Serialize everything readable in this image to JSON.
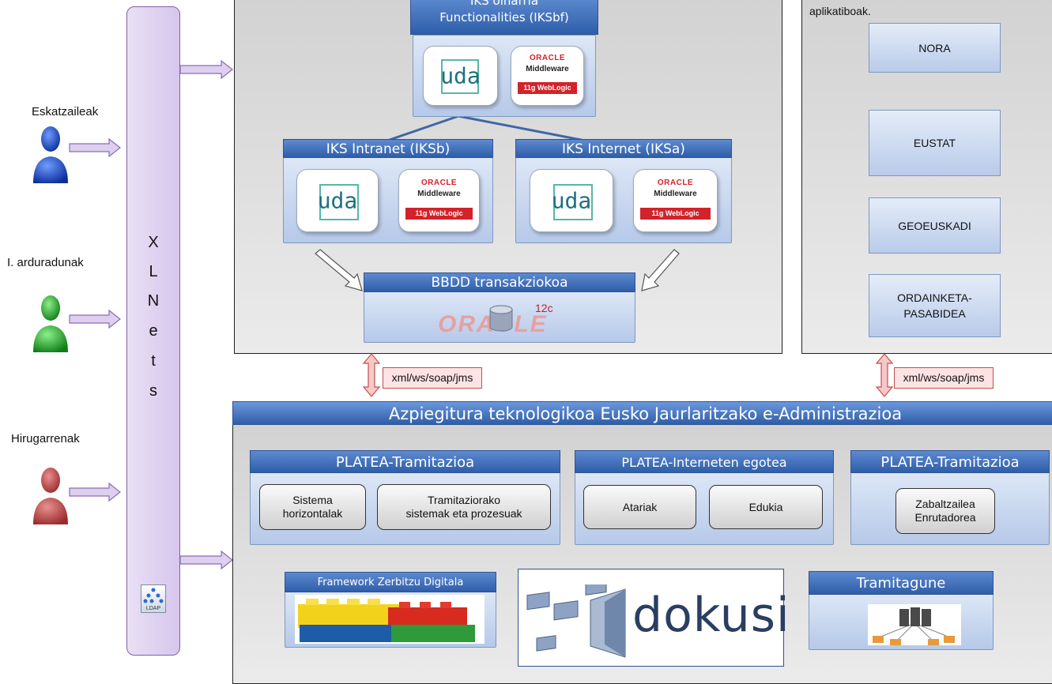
{
  "actors": [
    {
      "label": "Eskatzaileak",
      "color": "#1f53c8"
    },
    {
      "label": "I. arduradunak",
      "color": "#1faa2a"
    },
    {
      "label": "Hirugarrenak",
      "color": "#b63c3c"
    }
  ],
  "xlnets": {
    "letters": [
      "X",
      "L",
      "N",
      "e",
      "t",
      "s"
    ],
    "ldap_label": "LDAP"
  },
  "iks": {
    "oinarria_title_line1": "IKS oinarria",
    "oinarria_title_line2": "Functionalities (IKSbf)",
    "intranet_title": "IKS Intranet (IKSb)",
    "internet_title": "IKS Internet (IKSa)",
    "bbdd_title": "BBDD transakziokoa",
    "db_version": "12c",
    "db_logo_text": "ORACLE"
  },
  "logos": {
    "uda": "uda",
    "oracle_brand": "ORACLE",
    "oracle_product": "Middleware",
    "oracle_version": "11g WebLogic"
  },
  "apps": {
    "caption": "aplikatiboak.",
    "items": [
      "NORA",
      "EUSTAT",
      "GEOEUSKADI",
      "ORDAINKETA-\nPASABIDEA"
    ]
  },
  "protocol_label": "xml/ws/soap/jms",
  "infra": {
    "title": "Azpiegitura teknologikoa Eusko Jaurlaritzako e-Administrazioa",
    "platea1": {
      "title": "PLATEA-Tramitazioa",
      "items": [
        "Sistema\nhorizontalak",
        "Tramitaziorako\nsistemak eta  prozesuak"
      ]
    },
    "platea2": {
      "title": "PLATEA-Interneten egotea",
      "items": [
        "Atariak",
        "Edukia"
      ]
    },
    "platea3": {
      "title": "PLATEA-Tramitazioa",
      "items": [
        "Zabaltzailea\nEnrutadorea"
      ]
    },
    "framework_title": "Framework Zerbitzu Digitala",
    "dokusi_label": "dokusi",
    "tramitagune_title": "Tramitagune"
  }
}
